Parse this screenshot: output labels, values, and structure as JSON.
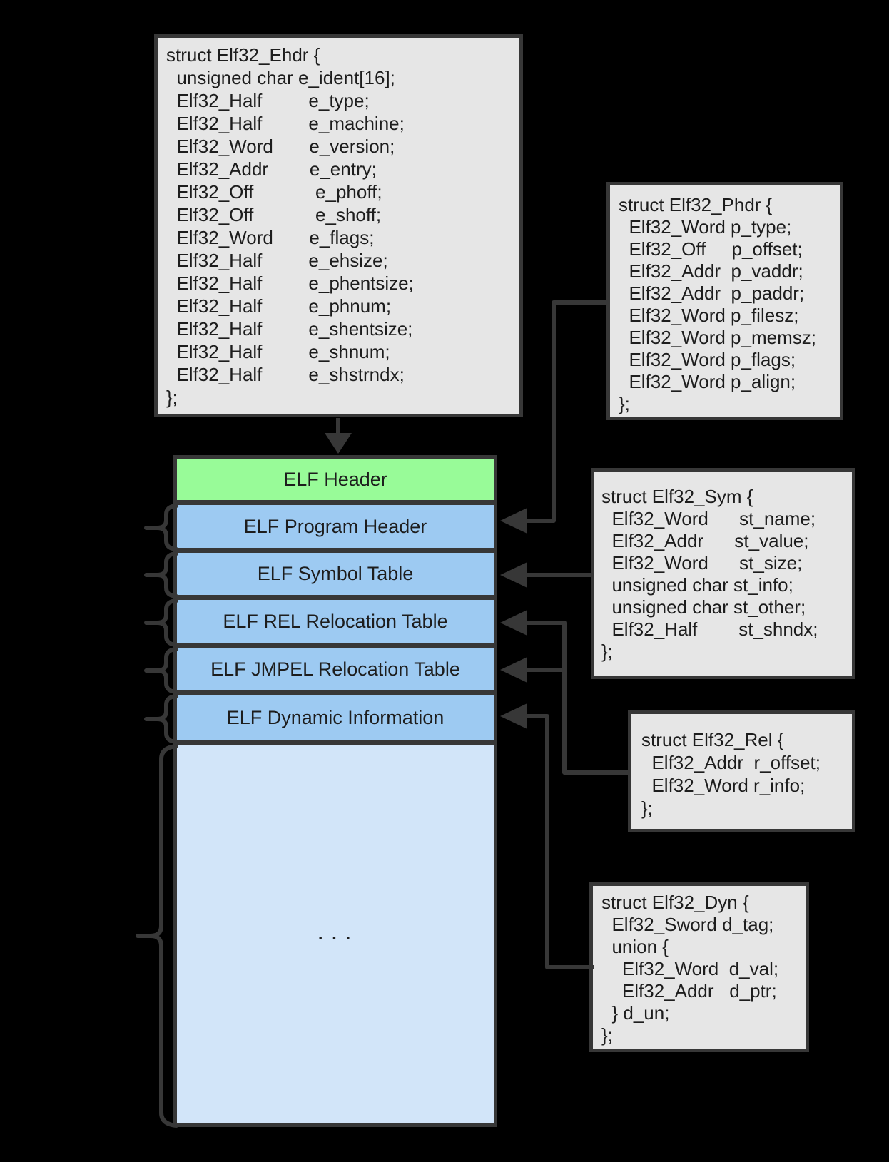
{
  "colors": {
    "background": "#000000",
    "outline": "#373737",
    "struct_fill": "#e6e6e6",
    "header_green": "#98fb98",
    "section_blue": "#9dcaf2",
    "sections_area_blue": "#d2e5f9",
    "text": "#1d1d1d"
  },
  "structs": {
    "ehdr": {
      "lines": [
        "struct Elf32_Ehdr {",
        "  unsigned char e_ident[16];",
        "  Elf32_Half         e_type;",
        "  Elf32_Half         e_machine;",
        "  Elf32_Word       e_version;",
        "  Elf32_Addr        e_entry;",
        "  Elf32_Off            e_phoff;",
        "  Elf32_Off            e_shoff;",
        "  Elf32_Word       e_flags;",
        "  Elf32_Half         e_ehsize;",
        "  Elf32_Half         e_phentsize;",
        "  Elf32_Half         e_phnum;",
        "  Elf32_Half         e_shentsize;",
        "  Elf32_Half         e_shnum;",
        "  Elf32_Half         e_shstrndx;",
        "};"
      ]
    },
    "phdr": {
      "lines": [
        "struct Elf32_Phdr {",
        "  Elf32_Word p_type;",
        "  Elf32_Off     p_offset;",
        "  Elf32_Addr  p_vaddr;",
        "  Elf32_Addr  p_paddr;",
        "  Elf32_Word p_filesz;",
        "  Elf32_Word p_memsz;",
        "  Elf32_Word p_flags;",
        "  Elf32_Word p_align;",
        "};"
      ]
    },
    "sym": {
      "lines": [
        "struct Elf32_Sym {",
        "  Elf32_Word      st_name;",
        "  Elf32_Addr      st_value;",
        "  Elf32_Word      st_size;",
        "  unsigned char st_info;",
        "  unsigned char st_other;",
        "  Elf32_Half        st_shndx;",
        "};"
      ]
    },
    "rel": {
      "lines": [
        "struct Elf32_Rel {",
        "  Elf32_Addr  r_offset;",
        "  Elf32_Word r_info;",
        "};"
      ]
    },
    "dyn": {
      "lines": [
        "struct Elf32_Dyn {",
        "  Elf32_Sword d_tag;",
        "  union {",
        "    Elf32_Word  d_val;",
        "    Elf32_Addr   d_ptr;",
        "  } d_un;",
        "};"
      ]
    }
  },
  "elf_layout": {
    "rows": [
      {
        "label": "ELF Header"
      },
      {
        "label": "ELF Program Header"
      },
      {
        "label": "ELF Symbol Table"
      },
      {
        "label": "ELF REL Relocation Table"
      },
      {
        "label": "ELF JMPEL Relocation Table"
      },
      {
        "label": "ELF Dynamic Information"
      },
      {
        "label": ". . ."
      }
    ]
  }
}
